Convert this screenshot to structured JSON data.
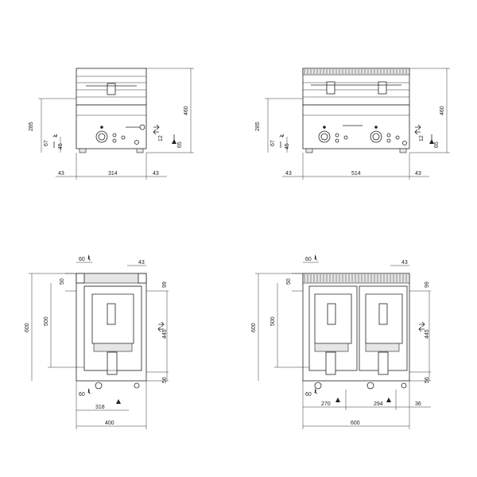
{
  "views": {
    "front_single": {
      "dims": {
        "width_inner": "314",
        "side_left": "43",
        "side_right": "43",
        "total_height": "460",
        "height_285": "285",
        "h67": "67",
        "h45": "45",
        "h12": "12",
        "h65": "65"
      }
    },
    "front_double": {
      "dims": {
        "width_inner": "514",
        "side_left": "43",
        "side_right": "43",
        "total_height": "460",
        "height_285": "285",
        "h67": "67",
        "h45": "45",
        "h12": "12",
        "h65": "65"
      }
    },
    "top_single": {
      "dims": {
        "top_left": "60",
        "top_right": "43",
        "h50": "50",
        "h99": "99",
        "depth_500": "500",
        "depth_600": "600",
        "h445": "445",
        "h56": "56",
        "bottom_60": "60",
        "w318": "318",
        "width_400": "400"
      }
    },
    "top_double": {
      "dims": {
        "top_left": "60",
        "top_right": "43",
        "h50": "50",
        "h99": "99",
        "depth_500": "500",
        "depth_600": "600",
        "h445": "445",
        "h56": "56",
        "bottom_60": "60",
        "w270": "270",
        "w294": "294",
        "w36": "36",
        "width_600": "600"
      }
    }
  },
  "colors": {
    "line": "#222222",
    "background": "#ffffff"
  }
}
